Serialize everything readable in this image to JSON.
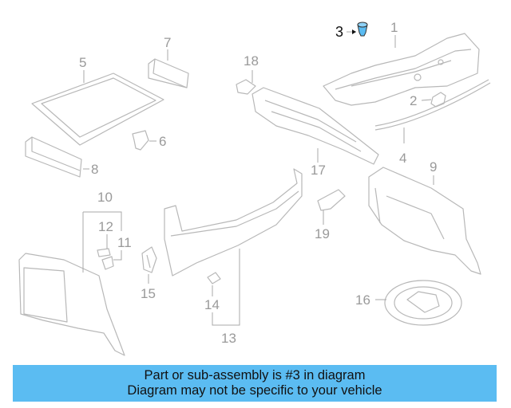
{
  "callouts": {
    "c1": "1",
    "c2": "2",
    "c3": "3",
    "c4": "4",
    "c5": "5",
    "c6": "6",
    "c7": "7",
    "c8": "8",
    "c9": "9",
    "c10": "10",
    "c11": "11",
    "c12": "12",
    "c13": "13",
    "c14": "14",
    "c15": "15",
    "c16": "16",
    "c17": "17",
    "c18": "18",
    "c19": "19"
  },
  "highlighted_part": "3",
  "colors": {
    "banner": "#5bbcf2",
    "highlight_part": "#5bbcf2",
    "line_art": "#b8b8b8"
  },
  "banner": {
    "line1": "Part or sub-assembly is #3 in diagram",
    "line2": "Diagram may not be specific to your vehicle"
  }
}
